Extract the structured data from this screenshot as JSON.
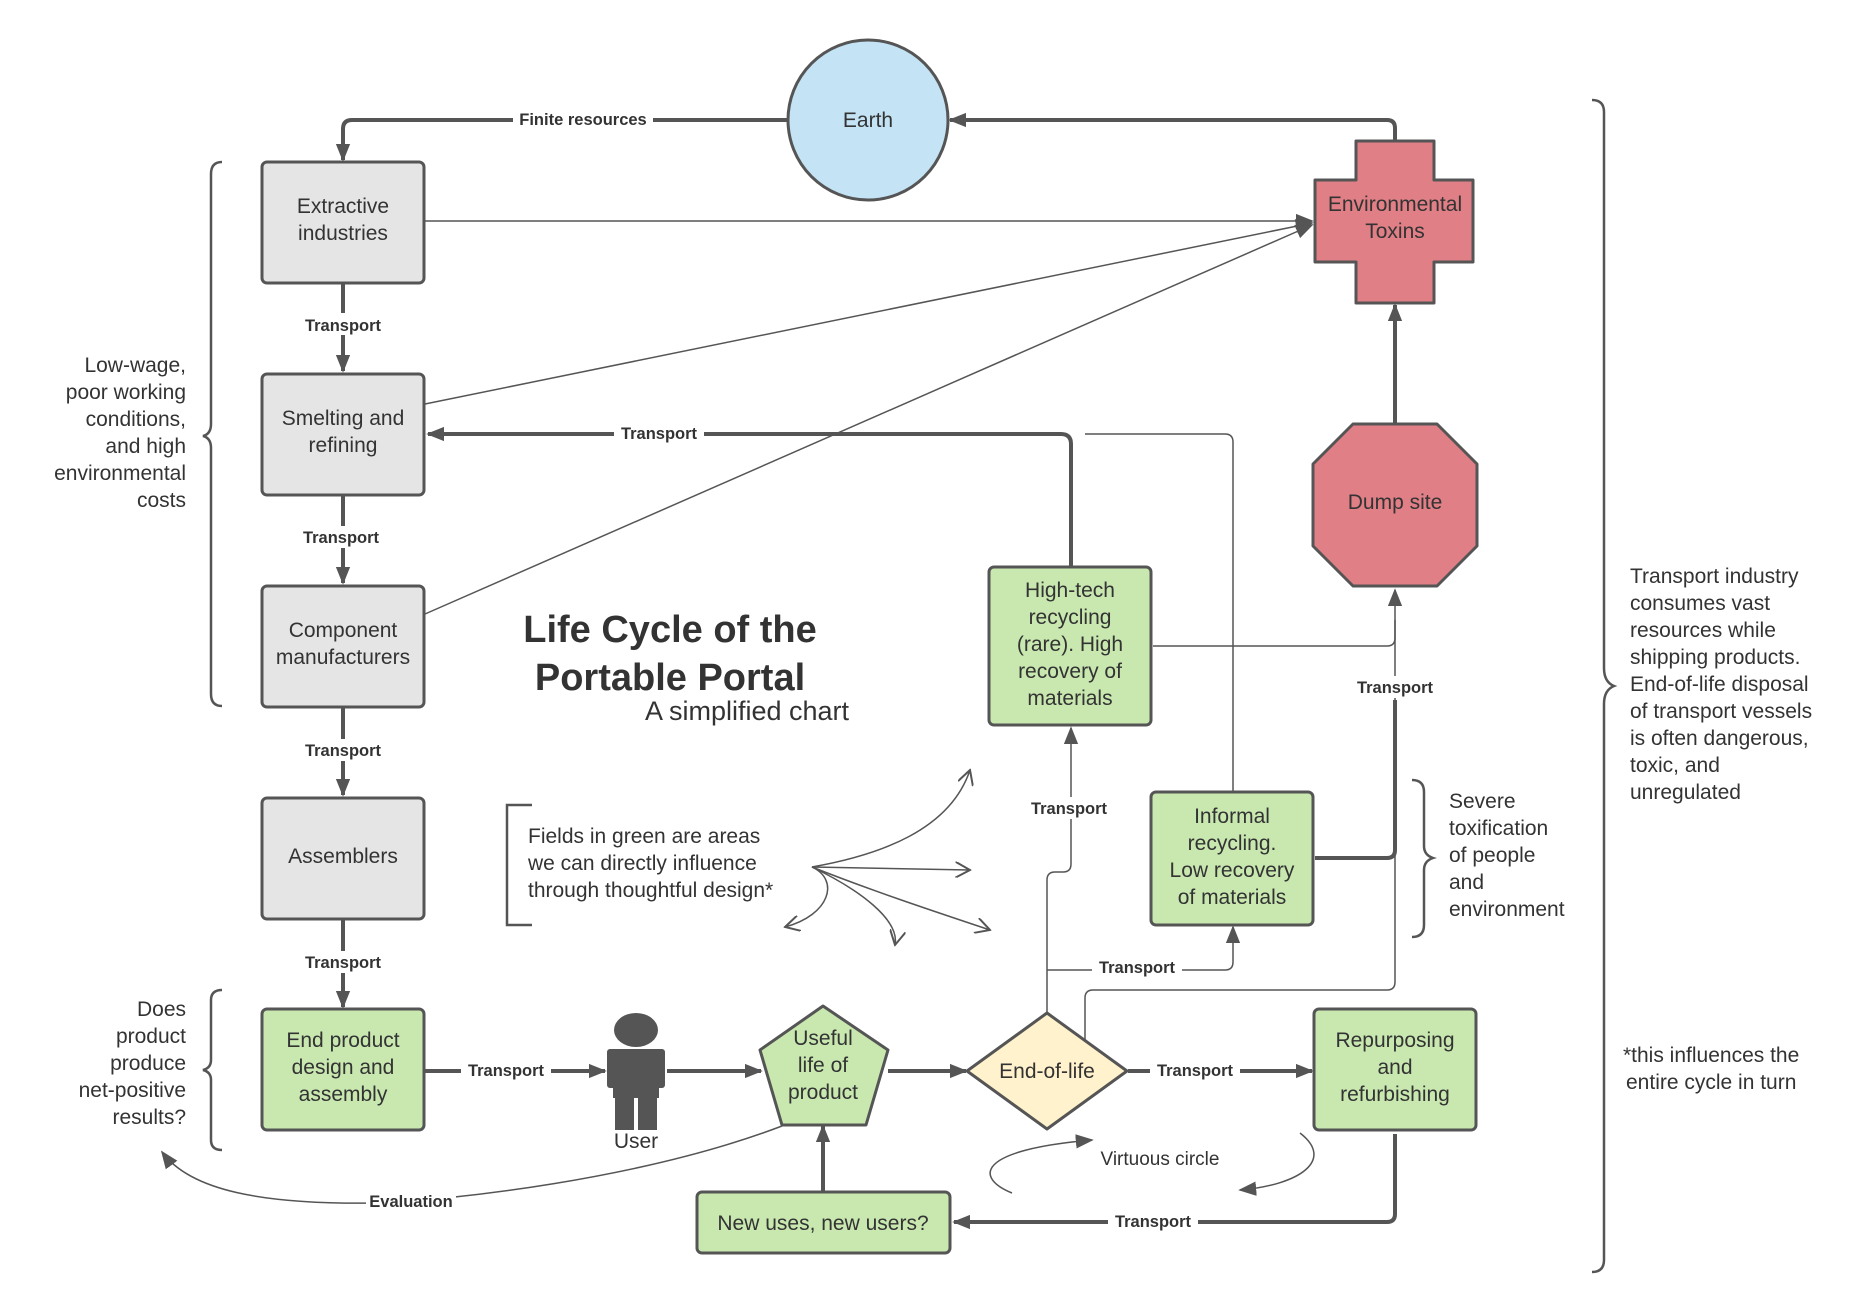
{
  "diagram": {
    "title": [
      "Life Cycle of the",
      "Portable Portal"
    ],
    "subtitle": "A simplified chart",
    "nodes": {
      "earth": "Earth",
      "toxins": [
        "Environmental",
        "Toxins"
      ],
      "extractive": [
        "Extractive",
        "industries"
      ],
      "smelting": [
        "Smelting and",
        "refining"
      ],
      "component": [
        "Component",
        "manufacturers"
      ],
      "assemblers": "Assemblers",
      "design": [
        "End product",
        "design and",
        "assembly"
      ],
      "user": "User",
      "useful": [
        "Useful",
        "life of",
        "product"
      ],
      "eol": "End-of-life",
      "repurpose": [
        "Repurposing",
        "and",
        "refurbishing"
      ],
      "new_uses": "New uses, new users?",
      "hightech": [
        "High-tech",
        "recycling",
        "(rare). High",
        "recovery of",
        "materials"
      ],
      "informal": [
        "Informal",
        "recycling.",
        "Low recovery",
        "of materials"
      ],
      "dump": "Dump site"
    },
    "edge_labels": {
      "finite": "Finite resources",
      "transport": "Transport",
      "evaluation": "Evaluation"
    },
    "notes": {
      "low_wage": [
        "Low-wage,",
        "poor working",
        "conditions,",
        "and high",
        "environmental",
        "costs"
      ],
      "net_positive": [
        "Does",
        "product",
        "produce",
        "net-positive",
        "results?"
      ],
      "green_fields": [
        "Fields in green are areas",
        "we can directly influence",
        "through thoughtful design*"
      ],
      "virtuous": "Virtuous circle",
      "severe": [
        "Severe",
        "toxification",
        "of people",
        "and",
        "environment"
      ],
      "transport_industry": [
        "Transport industry",
        "consumes vast",
        "resources while",
        "shipping products.",
        "End-of-life disposal",
        "of transport vessels",
        "is often dangerous,",
        "toxic, and",
        "unregulated"
      ],
      "footnote": [
        "*this influences the",
        "entire cycle in turn"
      ]
    },
    "colors": {
      "gray_box": "#e5e5e5",
      "green_box": "#c8e8b0",
      "red_box": "#e07f86",
      "earth": "#c4e4f6",
      "eol": "#fff2cc",
      "stroke": "#555555",
      "text": "#333333"
    }
  }
}
